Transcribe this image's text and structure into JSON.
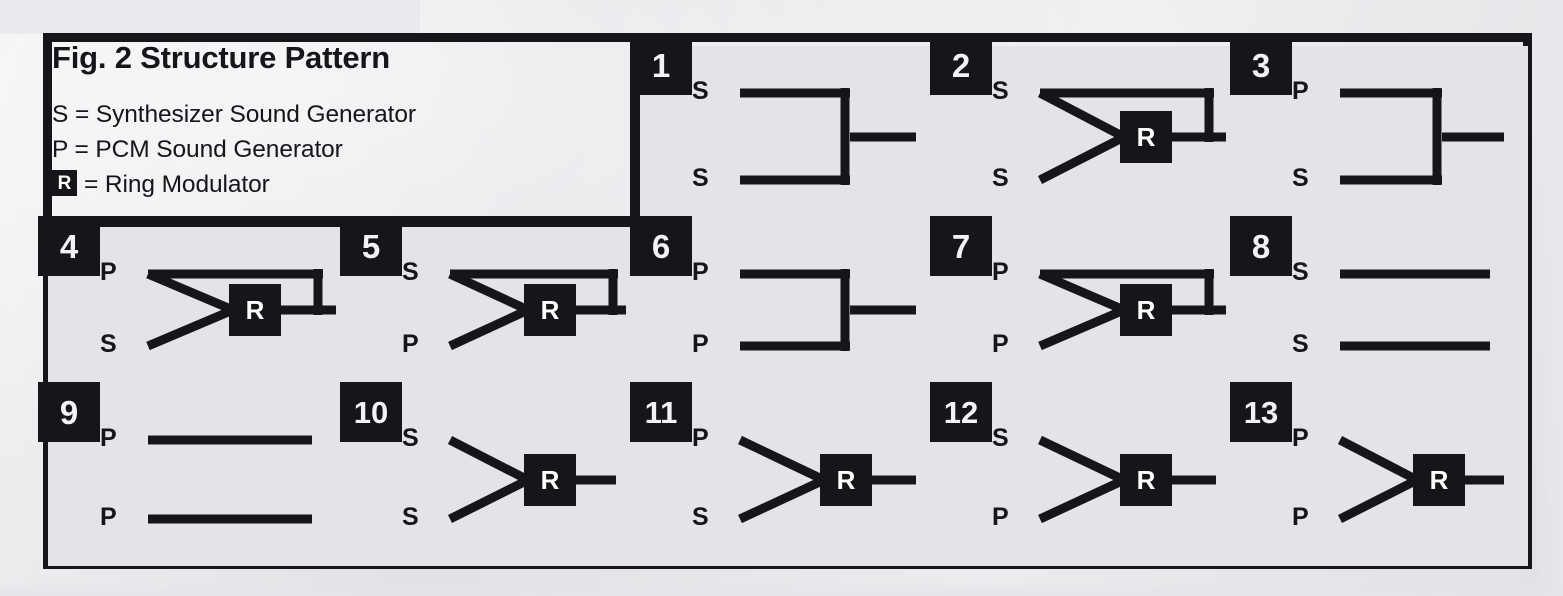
{
  "figure": {
    "title": "Fig. 2 Structure Pattern",
    "legend": [
      {
        "key": "S",
        "text": "S = Synthesizer Sound Generator"
      },
      {
        "key": "P",
        "text": "P = PCM Sound Generator"
      },
      {
        "key": "R",
        "badge": "R",
        "text": "= Ring Modulator"
      }
    ],
    "symbols": {
      "S": "Synthesizer Sound Generator",
      "P": "PCM Sound Generator",
      "R": "Ring Modulator"
    },
    "ring_modulator_label": "R",
    "colors": {
      "ink": "#14161a",
      "paper": "#dcdde1",
      "cell": "#e3e4e8",
      "badge_text": "#f3f3f5"
    }
  },
  "chart_data": {
    "type": "diagram",
    "title": "Fig. 2 Structure Pattern",
    "legend_entries": [
      "S = Synthesizer Sound Generator",
      "P = PCM Sound Generator",
      "R = Ring Modulator"
    ],
    "pattern_count": 13,
    "rows": [
      {
        "row": 1,
        "patterns": [
          1,
          2,
          3
        ]
      },
      {
        "row": 2,
        "patterns": [
          4,
          5,
          6,
          7,
          8
        ]
      },
      {
        "row": 3,
        "patterns": [
          9,
          10,
          11,
          12,
          13
        ]
      }
    ],
    "patterns": [
      {
        "number": "1",
        "top": "S",
        "bottom": "S",
        "ring_modulator": false,
        "bypass": false,
        "topology": "bracket"
      },
      {
        "number": "2",
        "top": "S",
        "bottom": "S",
        "ring_modulator": true,
        "bypass": true,
        "topology": "ring-with-bypass"
      },
      {
        "number": "3",
        "top": "P",
        "bottom": "S",
        "ring_modulator": false,
        "bypass": false,
        "topology": "bracket"
      },
      {
        "number": "4",
        "top": "P",
        "bottom": "S",
        "ring_modulator": true,
        "bypass": true,
        "topology": "ring-with-bypass"
      },
      {
        "number": "5",
        "top": "S",
        "bottom": "P",
        "ring_modulator": true,
        "bypass": true,
        "topology": "ring-with-bypass"
      },
      {
        "number": "6",
        "top": "P",
        "bottom": "P",
        "ring_modulator": false,
        "bypass": false,
        "topology": "bracket"
      },
      {
        "number": "7",
        "top": "P",
        "bottom": "P",
        "ring_modulator": true,
        "bypass": true,
        "topology": "ring-with-bypass"
      },
      {
        "number": "8",
        "top": "S",
        "bottom": "S",
        "ring_modulator": false,
        "bypass": false,
        "topology": "parallel"
      },
      {
        "number": "9",
        "top": "P",
        "bottom": "P",
        "ring_modulator": false,
        "bypass": false,
        "topology": "parallel"
      },
      {
        "number": "10",
        "top": "S",
        "bottom": "S",
        "ring_modulator": true,
        "bypass": false,
        "topology": "ring"
      },
      {
        "number": "11",
        "top": "P",
        "bottom": "S",
        "ring_modulator": true,
        "bypass": false,
        "topology": "ring"
      },
      {
        "number": "12",
        "top": "S",
        "bottom": "P",
        "ring_modulator": true,
        "bypass": false,
        "topology": "ring"
      },
      {
        "number": "13",
        "top": "P",
        "bottom": "P",
        "ring_modulator": true,
        "bypass": false,
        "topology": "ring"
      }
    ]
  }
}
